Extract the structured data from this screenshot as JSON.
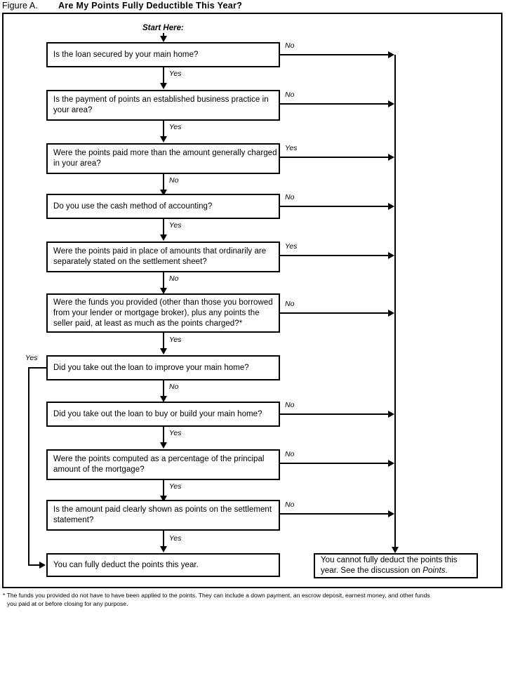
{
  "figure": {
    "label": "Figure A.",
    "title": "Are My Points Fully Deductible This Year?"
  },
  "start_label": "Start Here:",
  "labels": {
    "yes": "Yes",
    "no": "No"
  },
  "nodes": [
    {
      "id": "q1",
      "text": "Is the loan secured by your main home?"
    },
    {
      "id": "q2",
      "text": "Is the payment of points an established business practice in your area?"
    },
    {
      "id": "q3",
      "text": "Were the points paid more than the amount generally charged in your area?"
    },
    {
      "id": "q4",
      "text": "Do you use the cash method of accounting?"
    },
    {
      "id": "q5",
      "text": "Were the points paid in place of amounts that ordinarily are separately stated on the settlement sheet?"
    },
    {
      "id": "q6",
      "text": "Were the funds you provided (other than those you borrowed from your lender or mortgage broker), plus any points the seller paid, at least as much as the points charged?*"
    },
    {
      "id": "q7",
      "text": "Did you take out the loan to improve your main home?"
    },
    {
      "id": "q8",
      "text": "Did you take out the loan to buy or build your main home?"
    },
    {
      "id": "q9",
      "text": "Were the points computed as a percentage of the principal amount of the mortgage?"
    },
    {
      "id": "q10",
      "text": "Is the amount paid clearly shown as points on the settlement statement?"
    }
  ],
  "outcomes": {
    "deductible": "You can fully deduct the points this year.",
    "not_deductible_part1": "You cannot fully deduct the points this year. See the discussion on ",
    "not_deductible_italic": "Points",
    "not_deductible_part2": "."
  },
  "branch_labels": {
    "q1_down": "Yes",
    "q1_right": "No",
    "q2_down": "Yes",
    "q2_right": "No",
    "q3_down": "No",
    "q3_right": "Yes",
    "q4_down": "Yes",
    "q4_right": "No",
    "q5_down": "No",
    "q5_right": "Yes",
    "q6_down": "Yes",
    "q6_right": "No",
    "q7_down": "No",
    "q7_left": "Yes",
    "q8_down": "Yes",
    "q8_right": "No",
    "q9_down": "Yes",
    "q9_right": "No",
    "q10_down": "Yes",
    "q10_right": "No"
  },
  "footnote": {
    "marker": "*",
    "line1": "The funds you provided do not have to have been applied to the points. They can include a down payment, an escrow deposit, earnest money, and other funds",
    "line2": "you paid at or before closing for any purpose."
  }
}
